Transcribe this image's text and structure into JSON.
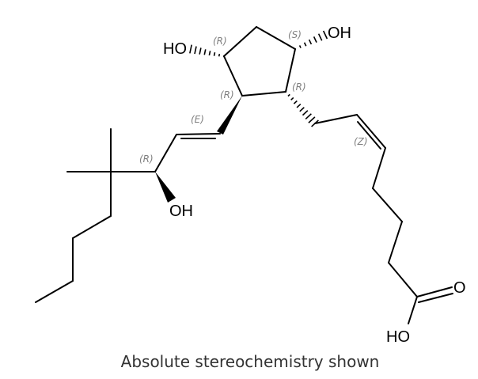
{
  "atoms": {
    "ho_c1": "HO",
    "oh_c3": "OH",
    "oh_c15": "OH",
    "carbonyl_o": "O",
    "acid_ho": "HO"
  },
  "stereo_labels": {
    "c1": "(R)",
    "c3": "(S)",
    "c4": "(R)",
    "c5": "(R)",
    "e_bond": "(E)",
    "z_bond": "(Z)",
    "c15": "(R)"
  },
  "caption": "Absolute stereochemistry shown"
}
